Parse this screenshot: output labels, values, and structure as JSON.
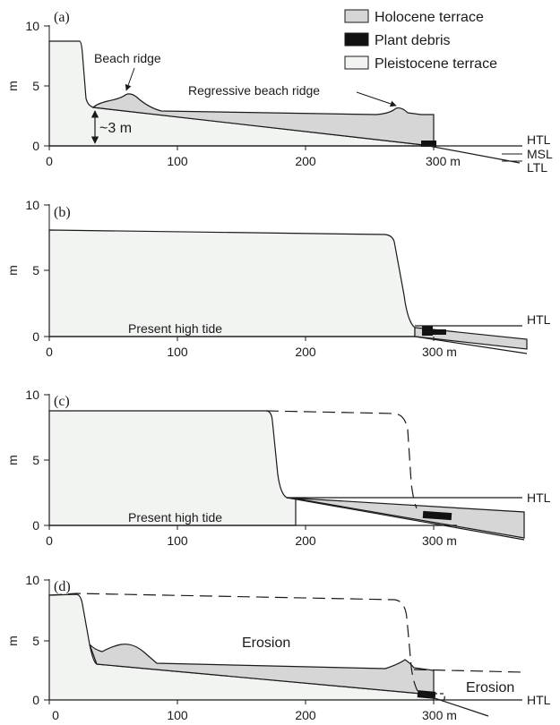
{
  "legend": {
    "holocene": "Holocene terrace",
    "plant": "Plant debris",
    "pleistocene": "Pleistocene terrace"
  },
  "colors": {
    "pleistocene_fill": "#f2f4f2",
    "holocene_fill": "#d6d6d6",
    "plant_fill": "#111111",
    "line": "#1a1a1a"
  },
  "axis": {
    "y_label": "m",
    "y_ticks": [
      "0",
      "5",
      "10"
    ],
    "x_ticks": [
      "0",
      "100",
      "200",
      "300 m"
    ]
  },
  "panels": [
    {
      "id": "a",
      "label": "(a)",
      "annotations": {
        "beach_ridge": "Beach ridge",
        "regressive": "Regressive beach ridge",
        "height": "~3 m",
        "htl": "HTL",
        "msl": "MSL",
        "ltl": "LTL"
      }
    },
    {
      "id": "b",
      "label": "(b)",
      "annotations": {
        "high_tide": "Present high tide",
        "htl": "HTL"
      }
    },
    {
      "id": "c",
      "label": "(c)",
      "annotations": {
        "high_tide": "Present high tide",
        "htl": "HTL"
      }
    },
    {
      "id": "d",
      "label": "(d)",
      "annotations": {
        "erosion_top": "Erosion",
        "erosion_right": "Erosion",
        "htl": "HTL"
      }
    }
  ]
}
